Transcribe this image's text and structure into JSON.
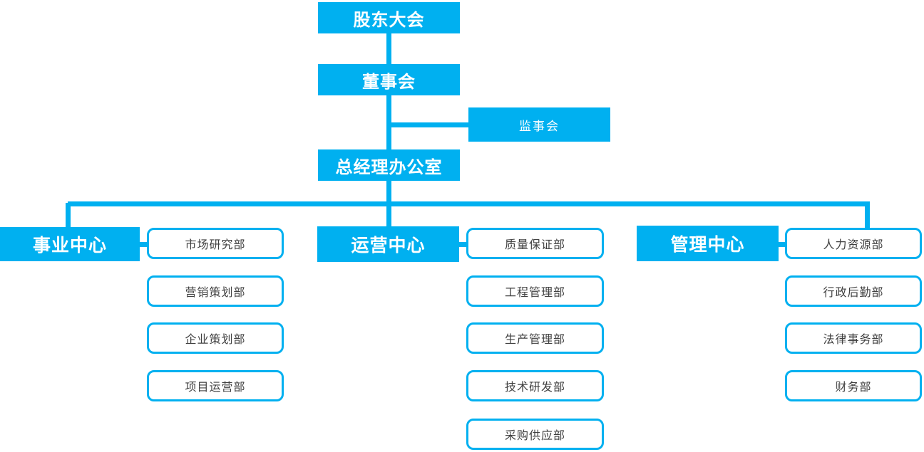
{
  "colors": {
    "accent": "#00B0F0",
    "dept_text": "#404040",
    "background": "#FFFFFF"
  },
  "org": {
    "top_chain": {
      "shareholders_meeting": "股东大会",
      "board_of_directors": "董事会",
      "supervisory_board": "监事会",
      "gm_office": "总经理办公室"
    },
    "centers": [
      {
        "label": "事业中心",
        "departments": [
          "市场研究部",
          "营销策划部",
          "企业策划部",
          "项目运营部"
        ]
      },
      {
        "label": "运营中心",
        "departments": [
          "质量保证部",
          "工程管理部",
          "生产管理部",
          "技术研发部",
          "采购供应部"
        ]
      },
      {
        "label": "管理中心",
        "departments": [
          "人力资源部",
          "行政后勤部",
          "法律事务部",
          "财务部"
        ]
      }
    ]
  }
}
